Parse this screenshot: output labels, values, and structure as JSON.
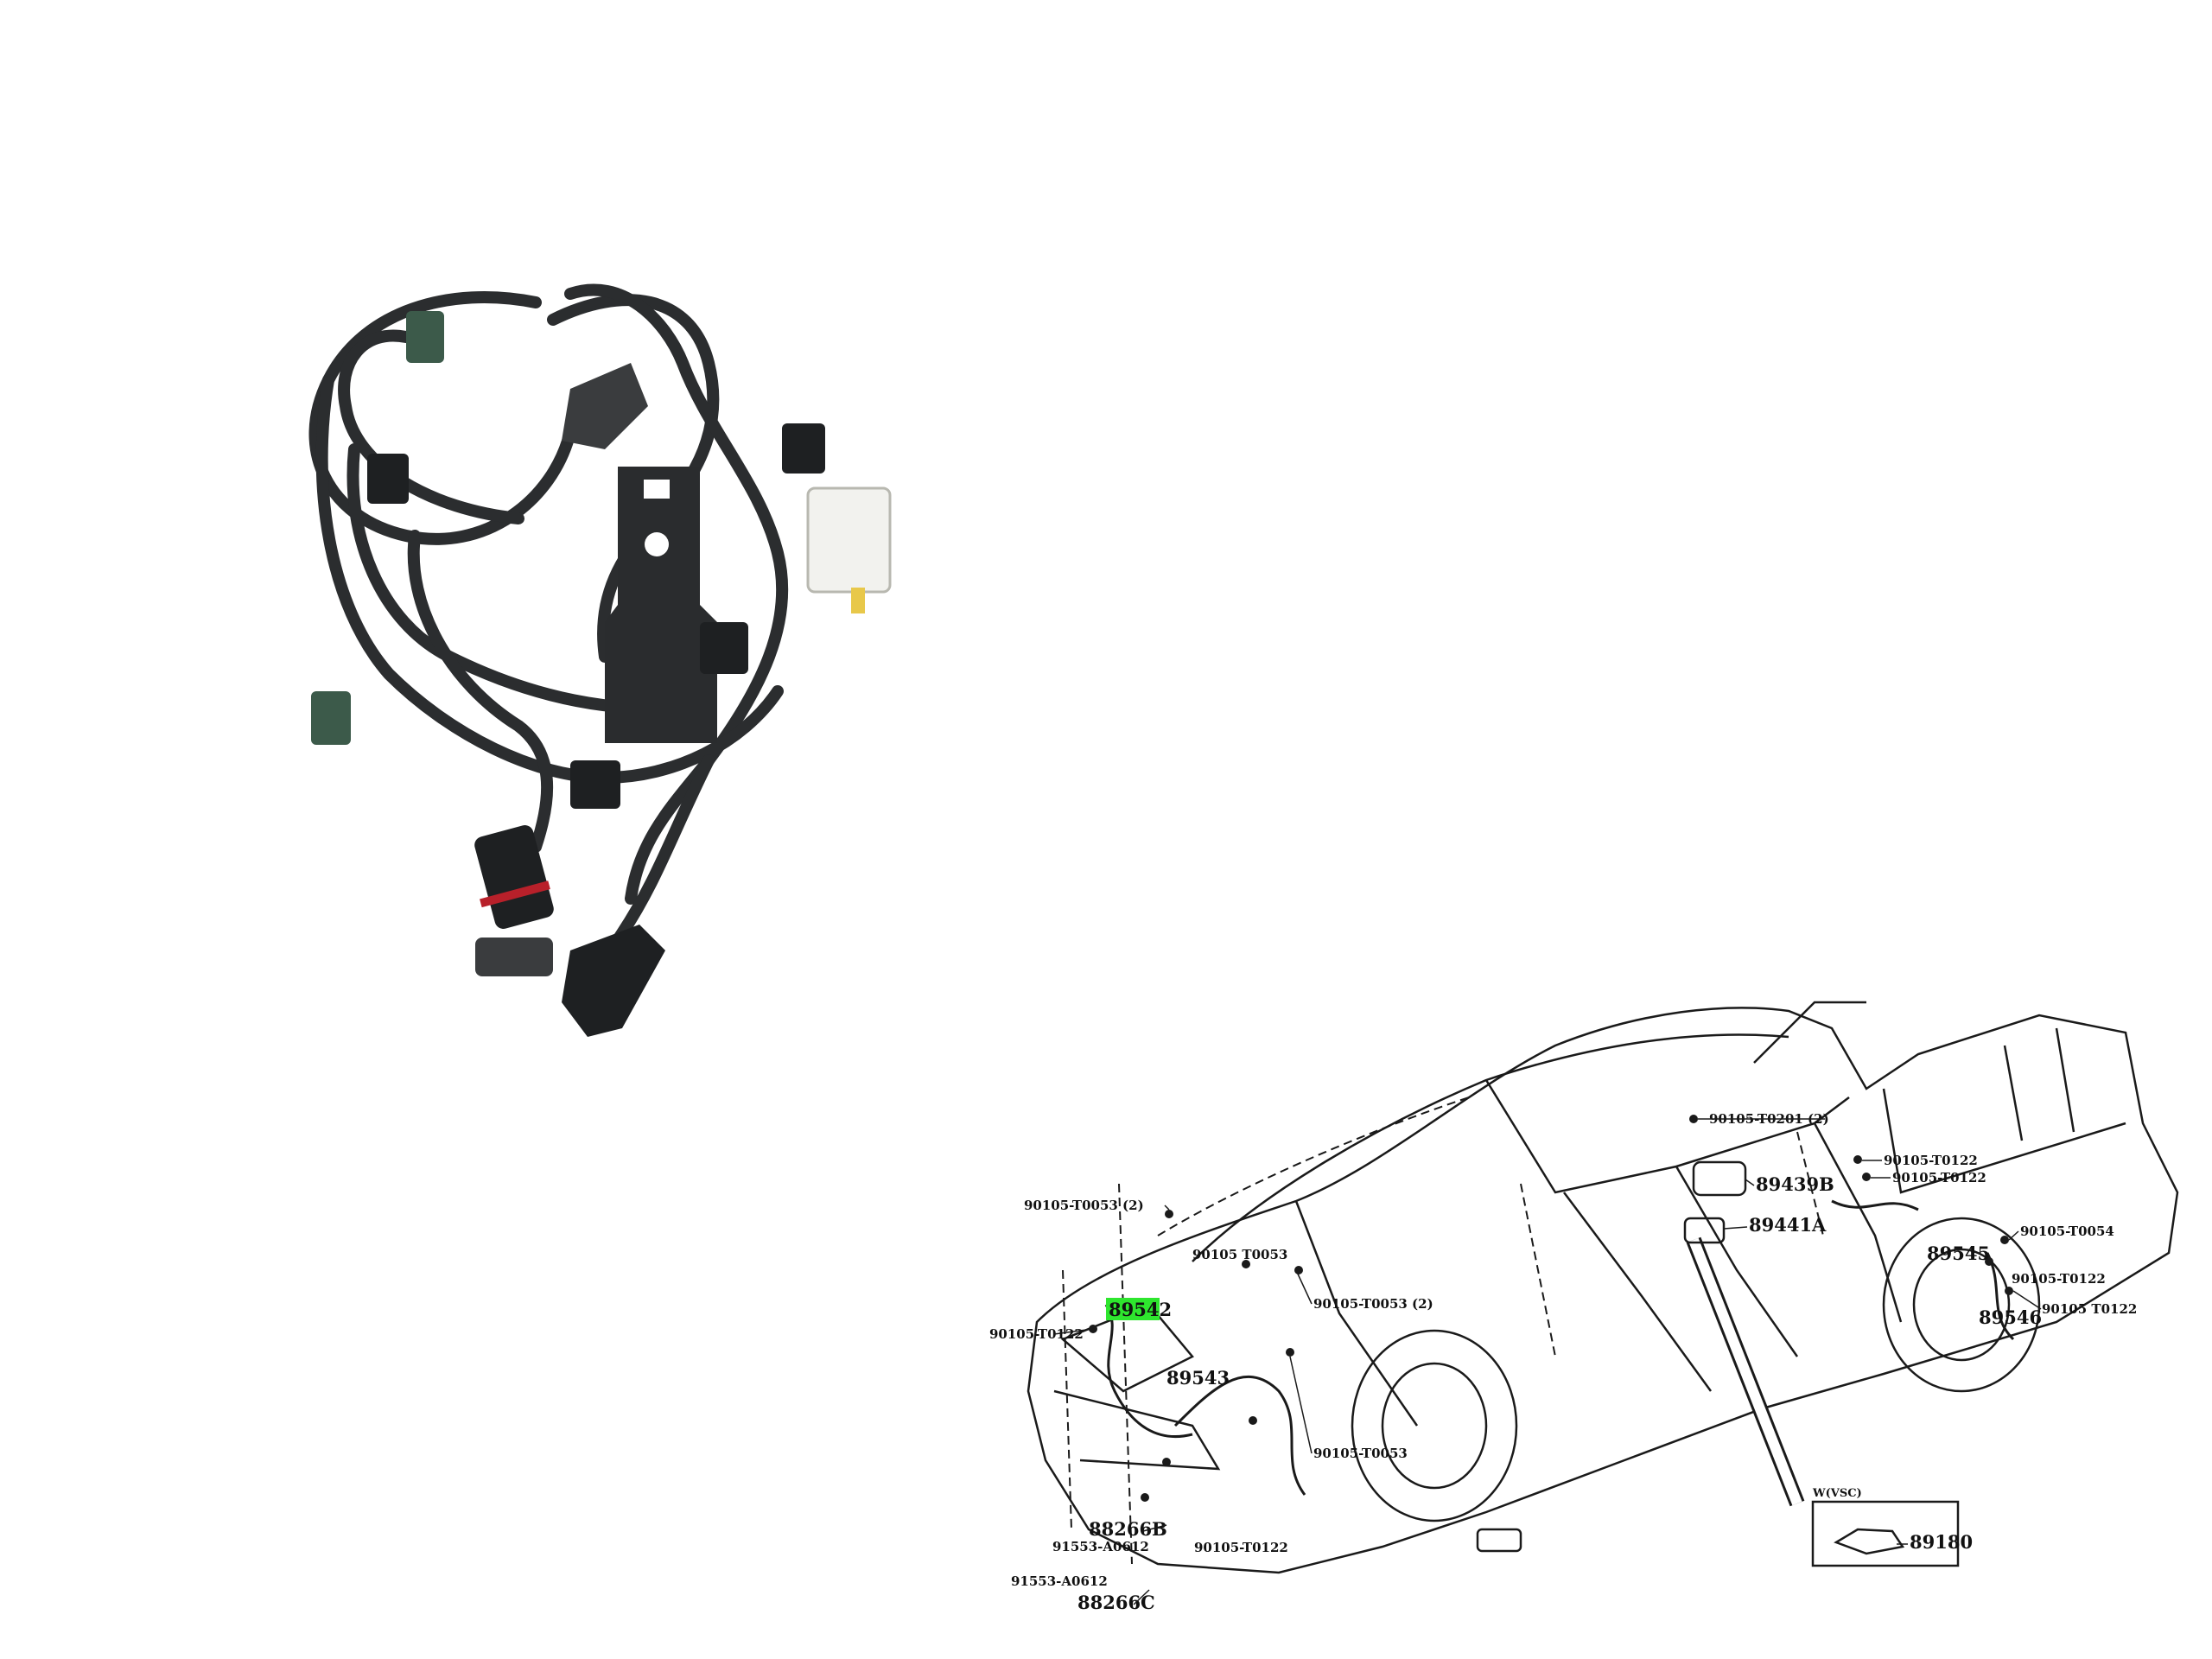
{
  "colors": {
    "highlight": "#2ee62e",
    "line": "#1a1a1a",
    "cable": "#2b2d2f",
    "clip_green": "#3c5a4a"
  },
  "photo": {
    "subject": "abs-sensor-wire-harness"
  },
  "diagram": {
    "highlighted_part": "89542",
    "labels": {
      "p89542": "89542",
      "p89543": "89543",
      "p89545": "89545",
      "p89546": "89546",
      "p89439b": "89439B",
      "p89441a": "89441A",
      "p89180": "89180",
      "p88266b": "88266B",
      "p88266c": "88266C",
      "p91553a": "91553-A0612",
      "p91553b": "91553-A0612",
      "b_t0201": "90105-T0201 (2)",
      "b_t0122_top": "90105-T0122",
      "b_t0122_mid": "90105-T0122",
      "b_t0054": "90105-T0054",
      "b_t0122_r1": "90105-T0122",
      "b_t0122_r2": "90105 T0122",
      "b_t0053_2a": "90105-T0053 (2)",
      "b_t0053_a": "90105 T0053",
      "b_t0053_2b": "90105-T0053 (2)",
      "b_t0122_left": "90105-T0122",
      "b_t0053_b": "90105-T0053",
      "b_t0122_bot": "90105-T0122",
      "vsc_caption": "W(VSC)"
    }
  }
}
